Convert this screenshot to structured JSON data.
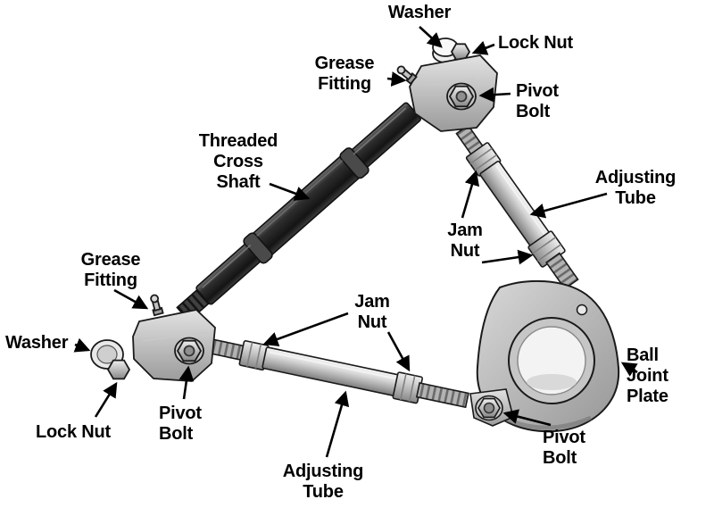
{
  "colors": {
    "background": "#ffffff",
    "ink": "#000000",
    "shaft_dark": "#2b2b2b",
    "tube_light": "#cfcfcf",
    "plate_gray": "#b8b8b8"
  },
  "labels": [
    {
      "id": "washer-top",
      "text": "Washer"
    },
    {
      "id": "lock-nut-top",
      "text": "Lock Nut"
    },
    {
      "id": "grease-fitting-top",
      "text": "Grease\nFitting"
    },
    {
      "id": "pivot-bolt-top",
      "text": "Pivot\nBolt"
    },
    {
      "id": "threaded-cross-shaft",
      "text": "Threaded\nCross\nShaft"
    },
    {
      "id": "adjusting-tube-right",
      "text": "Adjusting\nTube"
    },
    {
      "id": "jam-nut-right",
      "text": "Jam\nNut"
    },
    {
      "id": "grease-fitting-left",
      "text": "Grease\nFitting"
    },
    {
      "id": "washer-left",
      "text": "Washer"
    },
    {
      "id": "jam-nut-bottom",
      "text": "Jam\nNut"
    },
    {
      "id": "lock-nut-left",
      "text": "Lock Nut"
    },
    {
      "id": "pivot-bolt-left",
      "text": "Pivot\nBolt"
    },
    {
      "id": "adjusting-tube-bottom",
      "text": "Adjusting\nTube"
    },
    {
      "id": "ball-joint-plate",
      "text": "Ball\nJoint\nPlate"
    },
    {
      "id": "pivot-bolt-bottom",
      "text": "Pivot\nBolt"
    }
  ]
}
